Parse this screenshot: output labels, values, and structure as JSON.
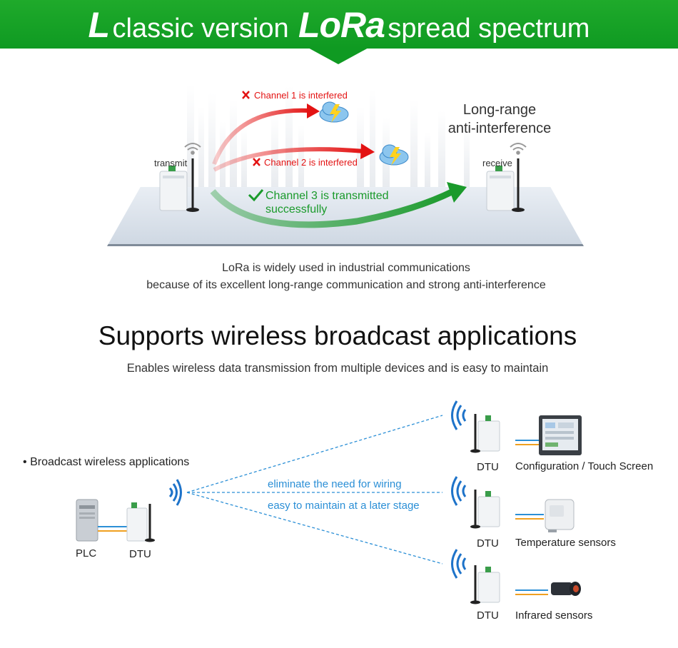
{
  "banner": {
    "part1_big": "L",
    "part1": "classic version",
    "part2_big": "LoRa",
    "part2": "spread spectrum",
    "color": "#15a326"
  },
  "section1": {
    "transmit_label": "transmit",
    "receive_label": "receive",
    "channel1": "Channel 1 is interfered",
    "channel2": "Channel 2 is interfered",
    "channel3_line1": "Channel 3 is transmitted",
    "channel3_line2": "successfully",
    "long_range_line1": "Long-range",
    "long_range_line2": "anti-interference",
    "desc_line1": "LoRa is widely used in industrial communications",
    "desc_line2": "because of its excellent long-range communication and strong anti-interference",
    "colors": {
      "interfered": "#e31313",
      "success": "#1a9a2b"
    }
  },
  "section2": {
    "title": "Supports wireless broadcast applications",
    "subtitle": "Enables wireless data transmission from multiple devices and is easy to maintain",
    "bullet": "Broadcast wireless applications",
    "plc_label": "PLC",
    "dtu_label": "DTU",
    "wiring_text": "eliminate the need for wiring",
    "maintain_text": "easy to maintain at a later stage",
    "receivers": [
      {
        "dtu": "DTU",
        "device": "Configuration / Touch Screen"
      },
      {
        "dtu": "DTU",
        "device": "Temperature sensors"
      },
      {
        "dtu": "DTU",
        "device": "Infrared sensors"
      }
    ],
    "colors": {
      "link": "#2b8fd6",
      "signal": "#1e73c9"
    }
  }
}
